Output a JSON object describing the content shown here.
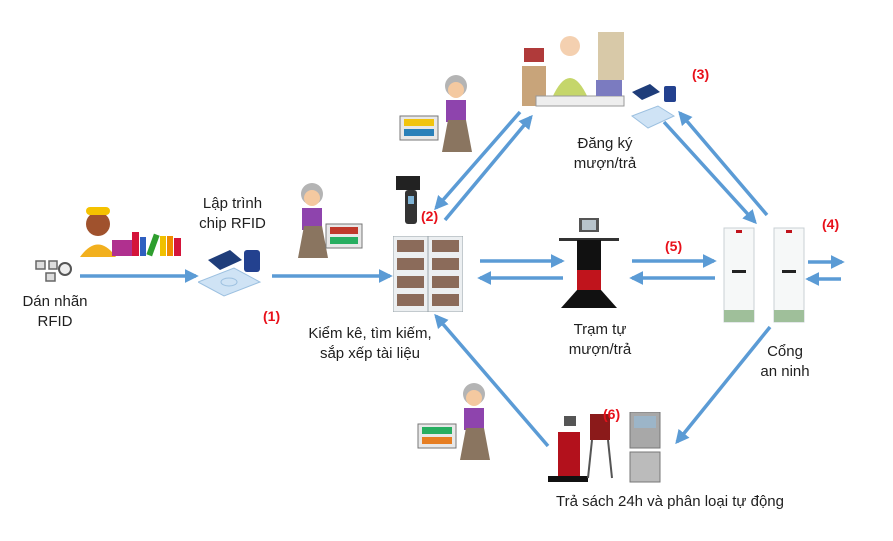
{
  "diagram": {
    "colors": {
      "arrow": "#5b9bd5",
      "step_label": "#e8101a",
      "text": "#1f1f1f"
    },
    "nodes": {
      "tagging": {
        "label_line1": "Dán nhãn",
        "label_line2": "RFID",
        "icon": "rfid-tags-icon"
      },
      "programming": {
        "label_line1": "Lập trình",
        "label_line2": "chip RFID",
        "icon": "rfid-programmer-icon"
      },
      "shelf": {
        "label_line1": "Kiểm kê, tìm kiếm,",
        "label_line2": "sắp xếp tài liệu",
        "icon": "bookshelf-icon"
      },
      "registration": {
        "label_line1": "Đăng ký",
        "label_line2": "mượn/trả",
        "icon": "librarian-desk-icon"
      },
      "self_station": {
        "label_line1": "Trạm tự",
        "label_line2": "mượn/trả",
        "icon": "self-checkout-kiosk-icon"
      },
      "security_gate": {
        "label_line1": "Cổng",
        "label_line2": "an ninh",
        "icon": "security-gate-icon"
      },
      "book_return": {
        "label": "Trả sách 24h và phân loại tự động",
        "icon": "book-drop-sorter-icon"
      }
    },
    "steps": {
      "s1": "(1)",
      "s2": "(2)",
      "s3": "(3)",
      "s4": "(4)",
      "s5": "(5)",
      "s6": "(6)"
    },
    "edges": [
      {
        "from": "tagging",
        "to": "programming"
      },
      {
        "from": "programming",
        "to": "shelf"
      },
      {
        "from": "shelf",
        "to": "registration"
      },
      {
        "from": "registration",
        "to": "shelf"
      },
      {
        "from": "shelf",
        "to": "self_station"
      },
      {
        "from": "self_station",
        "to": "shelf"
      },
      {
        "from": "registration",
        "to": "security_gate"
      },
      {
        "from": "security_gate",
        "to": "registration"
      },
      {
        "from": "self_station",
        "to": "security_gate"
      },
      {
        "from": "security_gate",
        "to": "self_station"
      },
      {
        "from": "security_gate",
        "to": "outside"
      },
      {
        "from": "outside",
        "to": "security_gate"
      },
      {
        "from": "security_gate",
        "to": "book_return"
      },
      {
        "from": "book_return",
        "to": "shelf"
      }
    ]
  }
}
